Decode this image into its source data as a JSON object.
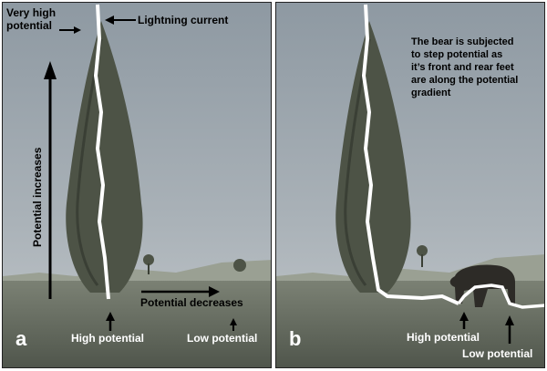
{
  "panel_a": {
    "letter": "a",
    "very_high_potential_line1": "Very high",
    "very_high_potential_line2": "potential",
    "lightning_current": "Lightning current",
    "potential_increases": "Potential increases",
    "potential_decreases": "Potential decreases",
    "high_potential": "High potential",
    "low_potential": "Low potential"
  },
  "panel_b": {
    "letter": "b",
    "note_line1": "The bear is subjected",
    "note_line2": "to step potential as",
    "note_line3": "it’s front and rear feet",
    "note_line4": "are along the potential",
    "note_line5": "gradient",
    "high_potential": "High potential",
    "low_potential": "Low potential"
  },
  "colors": {
    "sky_top": "#8f9aa3",
    "sky_bottom": "#b7bec3",
    "ground": "#6e7468",
    "tree": "#4d5346",
    "lightning": "#ffffff"
  }
}
